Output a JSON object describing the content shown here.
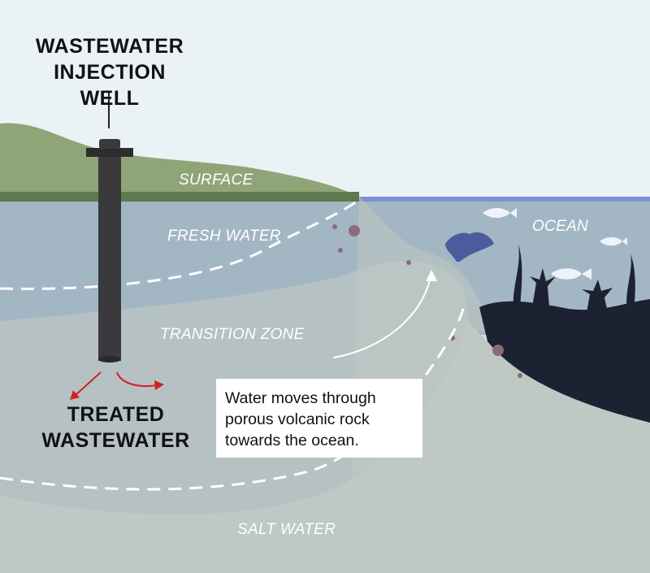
{
  "title": {
    "line1": "WASTEWATER",
    "line2": "INJECTION WELL"
  },
  "labels": {
    "surface": "SURFACE",
    "fresh_water": "FRESH WATER",
    "transition_zone": "TRANSITION ZONE",
    "ocean": "OCEAN",
    "salt_water": "SALT WATER"
  },
  "treated": {
    "line1": "TREATED",
    "line2": "WASTEWATER"
  },
  "callout": {
    "line1": "Water moves through",
    "line2": "porous volcanic rock",
    "line3": "towards the ocean."
  },
  "colors": {
    "sky": "#eaf2f6",
    "land": "#8fa577",
    "land_edge": "#5f7a4e",
    "fresh_water": "#a3b6c4",
    "transition": "#b5c1c3",
    "salt_water": "#bec8c4",
    "ocean": "#7f90d2",
    "reef": "#1c2231",
    "well": "#3a3a3c",
    "arrow_red": "#d42020"
  }
}
